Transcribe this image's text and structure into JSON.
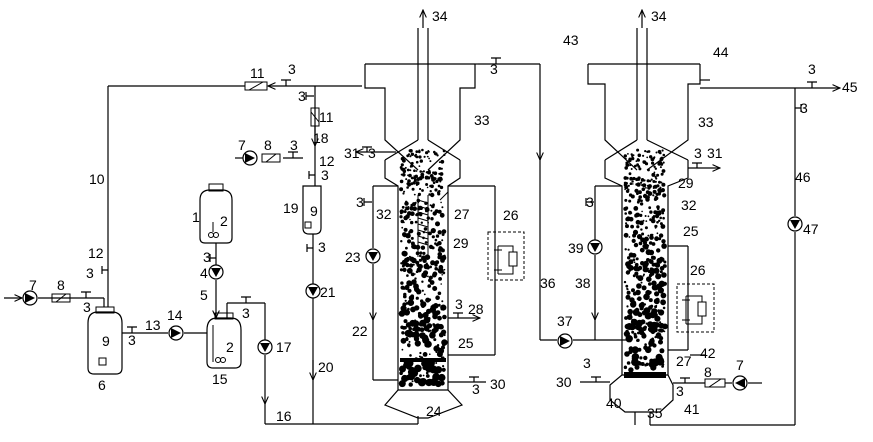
{
  "labels": {
    "n1": "1",
    "n2": "2",
    "n3": "3",
    "n4": "4",
    "n5": "5",
    "n6": "6",
    "n7": "7",
    "n8": "8",
    "n9": "9",
    "n10": "10",
    "n11": "11",
    "n12": "12",
    "n13": "13",
    "n14": "14",
    "n15": "15",
    "n16": "16",
    "n17": "17",
    "n18": "18",
    "n19": "19",
    "n20": "20",
    "n21": "21",
    "n22": "22",
    "n23": "23",
    "n24": "24",
    "n25": "25",
    "n26": "26",
    "n27": "27",
    "n28": "28",
    "n29": "29",
    "n30": "30",
    "n31": "31",
    "n32": "32",
    "n33": "33",
    "n34": "34",
    "n35": "35",
    "n36": "36",
    "n37": "37",
    "n38": "38",
    "n39": "39",
    "n40": "40",
    "n41": "41",
    "n42": "42",
    "n43": "43",
    "n44": "44",
    "n45": "45",
    "n46": "46",
    "n47": "47"
  }
}
